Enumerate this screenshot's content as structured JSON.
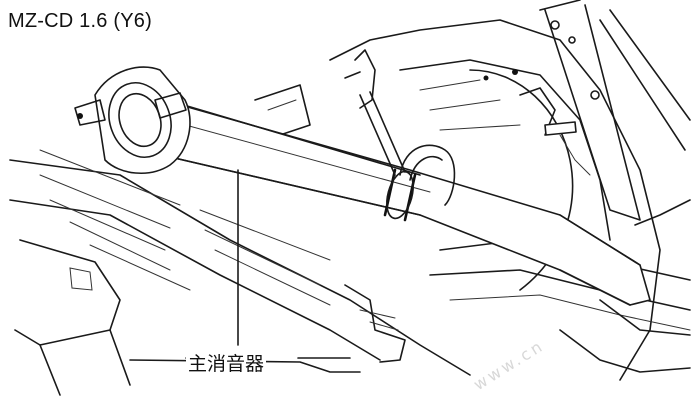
{
  "diagram": {
    "title": "MZ-CD 1.6 (Y6)",
    "callouts": [
      {
        "label": "主消音器"
      }
    ],
    "watermark": "www.cn"
  }
}
